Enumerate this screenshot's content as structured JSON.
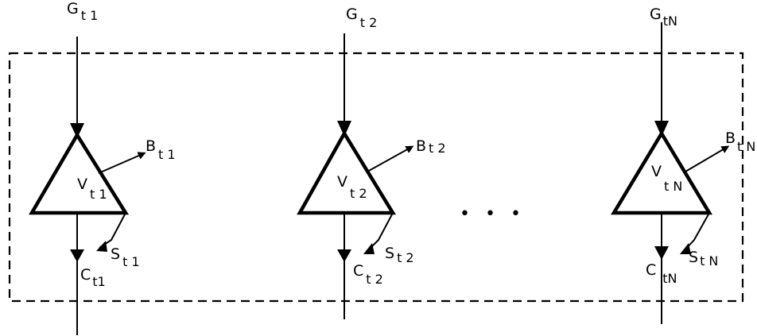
{
  "units": [
    {
      "input": {
        "main": "G",
        "sub": "t 1"
      },
      "node": {
        "main": "V",
        "sub": "t 1"
      },
      "side_output": {
        "main": "B",
        "sub": "t 1"
      },
      "loss": {
        "main": "S",
        "sub": "t 1"
      },
      "output": {
        "main": "C",
        "sub": "t1"
      }
    },
    {
      "input": {
        "main": "G",
        "sub": "t 2"
      },
      "node": {
        "main": "V",
        "sub": "t 2"
      },
      "side_output": {
        "main": "B",
        "sub": "t 2"
      },
      "loss": {
        "main": "S",
        "sub": "t 2"
      },
      "output": {
        "main": "C",
        "sub": "t 2"
      }
    },
    {
      "input": {
        "main": "G",
        "sub": "tN"
      },
      "node": {
        "main": "V",
        "sub": "t N"
      },
      "side_output": {
        "main": "B",
        "sub": "t N"
      },
      "loss": {
        "main": "S",
        "sub": "t N"
      },
      "output": {
        "main": "C",
        "sub": "tN"
      }
    }
  ],
  "ellipsis": "• • •",
  "colors": {
    "ink": "#000000",
    "background": "#ffffff"
  }
}
